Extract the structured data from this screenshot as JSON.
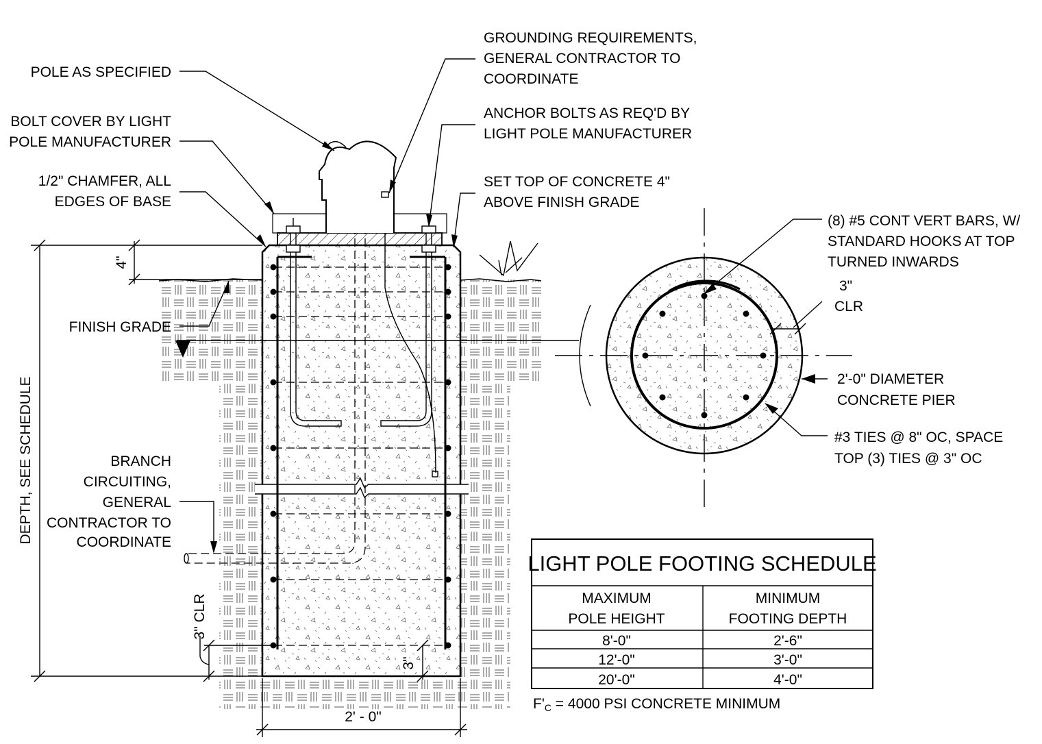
{
  "labels": {
    "pole": "POLE AS SPECIFIED",
    "bolt_cover_1": "BOLT COVER BY LIGHT",
    "bolt_cover_2": "POLE MANUFACTURER",
    "chamfer_1": "1/2\" CHAMFER, ALL",
    "chamfer_2": "EDGES OF BASE",
    "finish_grade": "FINISH GRADE",
    "branch_1": "BRANCH",
    "branch_2": "CIRCUITING,",
    "branch_3": "GENERAL",
    "branch_4": "CONTRACTOR TO",
    "branch_5": "COORDINATE",
    "grounding_1": "GROUNDING REQUIREMENTS,",
    "grounding_2": "GENERAL CONTRACTOR TO",
    "grounding_3": "COORDINATE",
    "anchor_1": "ANCHOR BOLTS AS REQ'D BY",
    "anchor_2": "LIGHT POLE MANUFACTURER",
    "top_conc_1": "SET TOP OF CONCRETE 4\"",
    "top_conc_2": "ABOVE FINISH GRADE",
    "vert_bars_1": "(8) #5 CONT VERT BARS, W/",
    "vert_bars_2": "STANDARD HOOKS AT TOP",
    "vert_bars_3": "TURNED INWARDS",
    "clr_3_a": "3\"",
    "clr_3_b": "CLR",
    "diameter_1": "2'-0\" DIAMETER",
    "diameter_2": "CONCRETE PIER",
    "ties_1": "#3 TIES @ 8\" OC, SPACE",
    "ties_2": "TOP (3) TIES @ 3\" OC"
  },
  "dimensions": {
    "four_in": "4\"",
    "depth": "DEPTH, SEE SCHEDULE",
    "clr_bottom": "3\" CLR",
    "three_in": "3\"",
    "width": "2' - 0\""
  },
  "schedule": {
    "title": "LIGHT POLE FOOTING SCHEDULE",
    "headers": [
      [
        "MAXIMUM",
        "POLE HEIGHT"
      ],
      [
        "MINIMUM",
        "FOOTING DEPTH"
      ]
    ],
    "rows": [
      [
        "8'-0\"",
        "2'-6\""
      ],
      [
        "12'-0\"",
        "3'-0\""
      ],
      [
        "20'-0\"",
        "4'-0\""
      ]
    ]
  },
  "footnote": {
    "prefix": "F'",
    "subscript": "C",
    "text": " = 4000 PSI CONCRETE MINIMUM"
  }
}
